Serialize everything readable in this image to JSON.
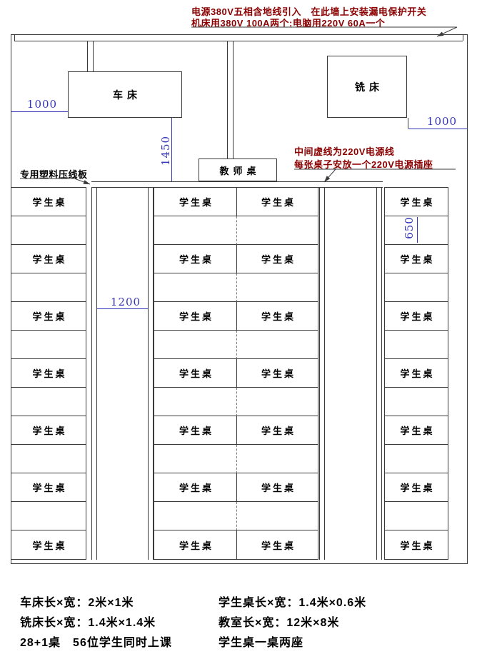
{
  "annotations": {
    "power_intake": "电源380V五相含地线引入　在此墙上安装漏电保护开关",
    "breaker_spec": "机床用380V 100A两个:电脑用220V 60A一个",
    "center_line_note": "中间虚线为220V电源线",
    "outlet_note": "每张桌子安放一个220V电源插座",
    "wire_channel_label": "专用塑料压线板"
  },
  "machines": {
    "lathe_label": "车床",
    "milling_label": "铣床",
    "teacher_desk_label": "教师桌"
  },
  "dimensions": {
    "left_margin": "1000",
    "right_margin": "1000",
    "front_gap": "1450",
    "row_gap": "650",
    "aisle": "1200"
  },
  "grid": {
    "desk_label": "学生桌",
    "rows_per_column": 7,
    "columns": 4,
    "total_student_desks": 28
  },
  "legend": {
    "left": [
      "车床长×宽：2米×1米",
      "铣床长×宽：1.4米×1.4米",
      "28+1桌　56位学生同时上课"
    ],
    "right": [
      "学生桌长×宽：1.4米×0.6米",
      "教室长×宽：12米×8米",
      "学生桌一桌两座"
    ]
  },
  "colors": {
    "line": "#3a3a3a",
    "dimension_text": "#3434b8",
    "annotation_text": "#8b0000",
    "text": "#000000"
  }
}
